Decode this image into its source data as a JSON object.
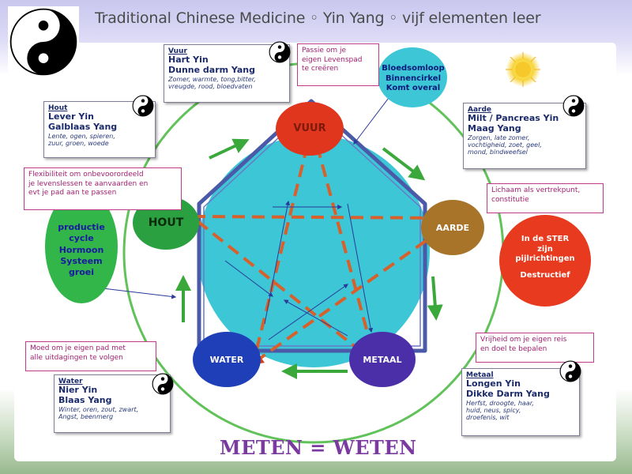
{
  "title": "Traditional Chinese Medicine ◦ Yin Yang ◦ vijf elementen leer",
  "elements": {
    "vuur": "VUUR",
    "aarde": "AARDE",
    "metaal": "METAAL",
    "water": "WATER",
    "hout": "HOUT"
  },
  "boxes": {
    "vuur": {
      "head": "Vuur",
      "l1": "Hart Yin",
      "l2": "Dunne darm Yang",
      "l3": "Zomer, warmte, tong,bitter,",
      "l4": "vreugde, rood, bloedvaten"
    },
    "hout": {
      "head": "Hout",
      "l1": "Lever Yin",
      "l2": "Galblaas Yang",
      "l3": "Lente, ogen, spieren,",
      "l4": "zuur, groen, woede"
    },
    "aarde": {
      "head": "Aarde",
      "l1": "Milt / Pancreas Yin",
      "l2": "Maag Yang",
      "l3": "Zorgen, late zomer,",
      "l4": "vochtigheid, zoet, geel,",
      "l5": "mond, bindweefsel"
    },
    "water": {
      "head": "Water",
      "l1": "Nier Yin",
      "l2": "Blaas Yang",
      "l3": "Winter, oren, zout, zwart,",
      "l4": "Angst, beenmerg"
    },
    "metaal": {
      "head": "Metaal",
      "l1": "Longen Yin",
      "l2": "Dikke Darm Yang",
      "l3": "Herfst, droogte, haar,",
      "l4": "huid, neus, spicy,",
      "l5": "droefenis, wit"
    }
  },
  "notes": {
    "vuur_l1": "Passie om je",
    "vuur_l2": "eigen Levenspad",
    "vuur_l3": "te creëren",
    "hout_l1": "Flexibiliteit om onbevoorordeeld",
    "hout_l2": "je levenslessen te aanvaarden en",
    "hout_l3": "evt je pad aan te passen",
    "aarde_l1": "Lichaam als vertrekpunt,",
    "aarde_l2": "constitutie",
    "water_l1": "Moed om je eigen pad met",
    "water_l2": "alle uitdagingen te volgen",
    "metaal_l1": "Vrijheid om je eigen reis",
    "metaal_l2": "en doel te bepalen"
  },
  "bloed": {
    "l1": "Bloedsomloop",
    "l2": "Binnencirkel",
    "l3": "Komt overal"
  },
  "productie": {
    "l1": "productie",
    "l2": "cycle",
    "l3": "Hormoon",
    "l4": "Systeem",
    "l5": "groei"
  },
  "ster": {
    "l1": "In de STER",
    "l2": "zijn",
    "l3": "pijlrichtingen",
    "l4": "Destructief"
  },
  "footer": "METEN = WETEN",
  "colors": {
    "vuur": "#e0361e",
    "aarde": "#a8742a",
    "metaal": "#4a2fa8",
    "water": "#1e3fb8",
    "hout": "#2aa040",
    "center": "#3cc6d6",
    "ring": "#62c25a",
    "star": "#d8602a",
    "house": "#4a5aa8"
  }
}
